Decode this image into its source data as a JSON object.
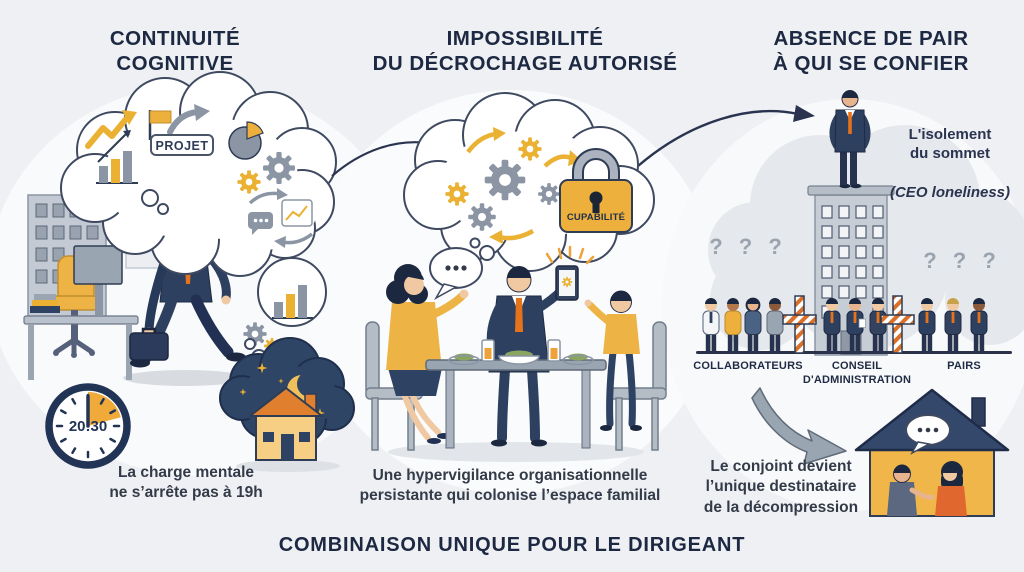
{
  "footer": {
    "title": "COMBINAISON UNIQUE POUR LE DIRIGEANT"
  },
  "panels": [
    {
      "id": "continuite-cognitive",
      "title": "CONTINUITÉ\nCOGNITIVE",
      "caption": "La charge mentale\nne s’arrête pas à 19h",
      "thought_bubble_label": "PROJET",
      "clock_time": "20:30"
    },
    {
      "id": "impossibilite-du-decrochage",
      "title": "IMPOSSIBILITÉ\nDU DÉCROCHAGE AUTORISÉ",
      "caption": "Une hypervigilance organisationnelle\npersistante qui colonise l’espace familial",
      "lock_label": "CUPABILITÉ"
    },
    {
      "id": "absence-de-pair",
      "title": "ABSENCE DE PAIR\nÀ QUI SE CONFIER",
      "summit_note": "L'isolement\ndu sommet",
      "summit_note_italic": "(CEO loneliness)",
      "question_marks": "? ? ?",
      "groups": [
        "COLLABORATEURS",
        "CONSEIL\nD'ADMINISTRATION",
        "PAIRS"
      ],
      "caption": "Le conjoint devient\nl’unique destinataire\nde la décompression"
    }
  ],
  "colors": {
    "title_navy": "#1d2942",
    "suit_navy": "#2e4060",
    "accent_gold": "#eeb03c",
    "accent_orange": "#e4731c",
    "neutral_gray": "#9aa5b2",
    "background": "#eef0f3"
  }
}
